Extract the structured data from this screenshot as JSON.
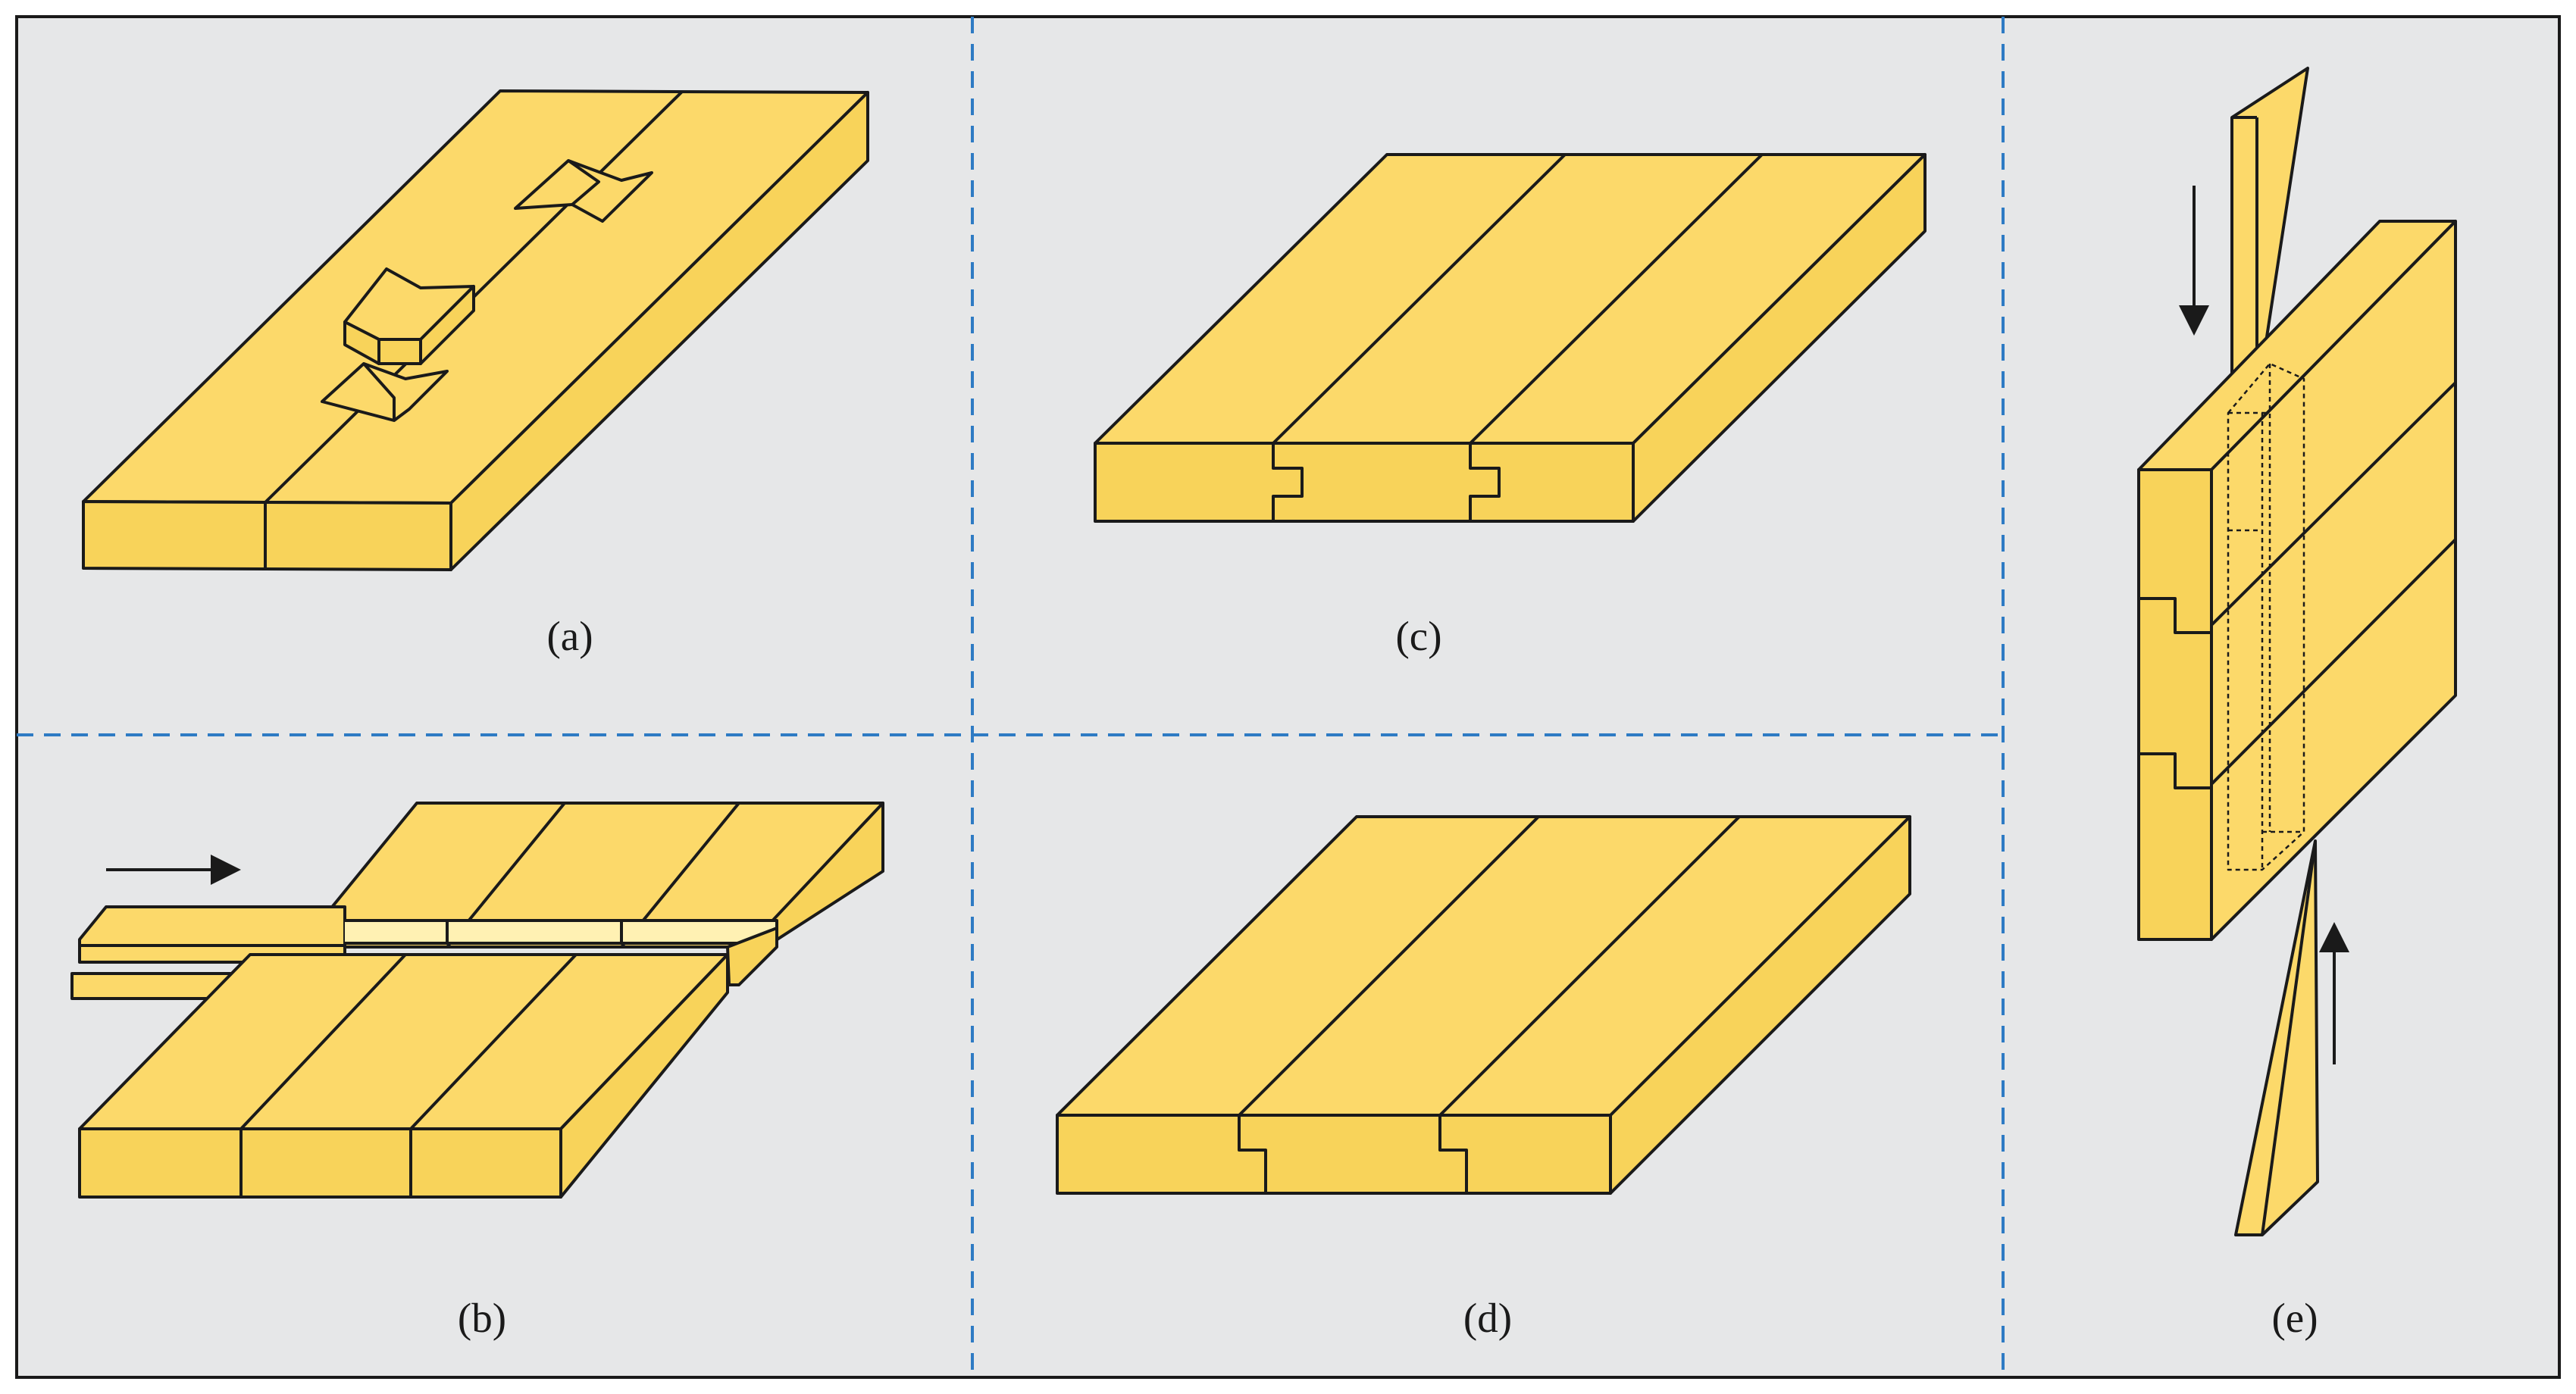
{
  "figure": {
    "panels": [
      {
        "id": "a",
        "label": "(a)"
      },
      {
        "id": "b",
        "label": "(b)"
      },
      {
        "id": "c",
        "label": "(c)"
      },
      {
        "id": "d",
        "label": "(d)"
      },
      {
        "id": "e",
        "label": "(e)"
      }
    ]
  },
  "colors": {
    "wood_face": "#fcd96a",
    "wood_side": "#f8d35a",
    "stroke": "#1a1a1a",
    "panel_bg": "#e6e7e8",
    "divider": "#2e7bc4"
  },
  "icons": [
    "arrow-right-icon",
    "arrow-down-icon",
    "arrow-up-icon"
  ]
}
